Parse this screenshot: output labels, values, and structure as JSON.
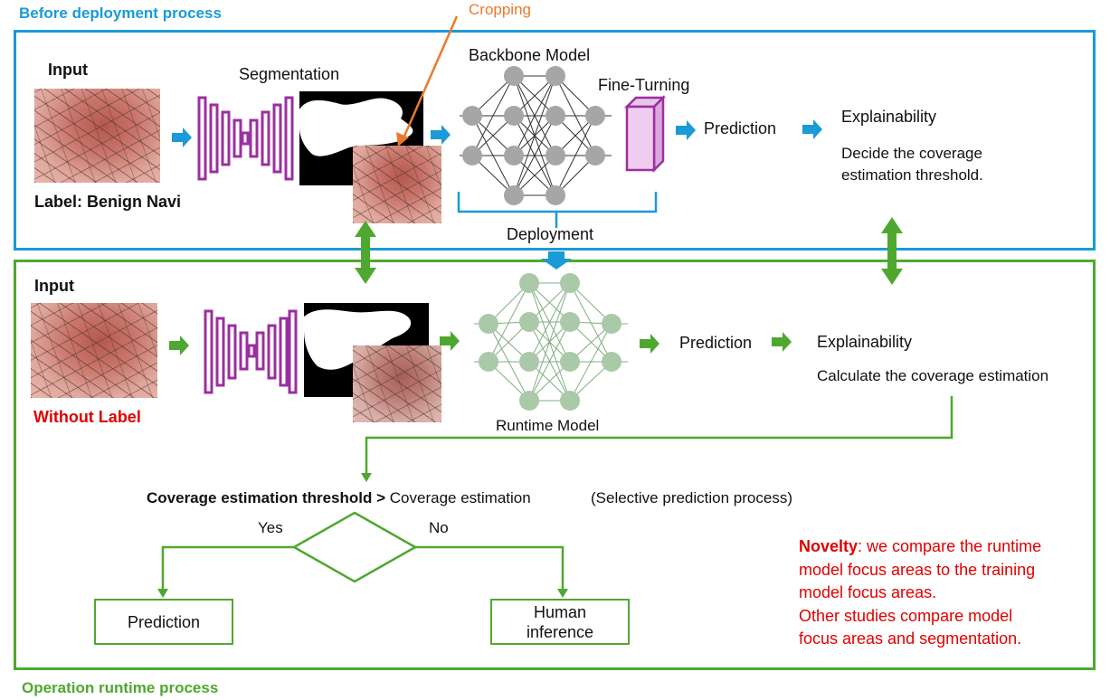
{
  "sections": {
    "before_title": "Before deployment process",
    "runtime_title": "Operation runtime process",
    "cropping": "Cropping"
  },
  "top": {
    "input": "Input",
    "label": "Label: Benign Navi",
    "segmentation": "Segmentation",
    "backbone": "Backbone Model",
    "finetuning": "Fine-Turning",
    "prediction": "Prediction",
    "explainability": "Explainability",
    "threshold_line1": "Decide the coverage",
    "threshold_line2": "estimation threshold.",
    "deployment": "Deployment"
  },
  "bottom": {
    "input": "Input",
    "without_label": "Without Label",
    "runtime_model": "Runtime Model",
    "prediction": "Prediction",
    "explainability": "Explainability",
    "calc": "Calculate the coverage estimation",
    "condition_bold": "Coverage estimation threshold >",
    "condition_rest": "Coverage estimation",
    "selective": "(Selective prediction process)",
    "yes": "Yes",
    "no": "No",
    "yes_box": "Prediction",
    "no_box_line1": "Human",
    "no_box_line2": "inference"
  },
  "novelty": {
    "head": "Novelty",
    "line1_rest": ": we compare the runtime",
    "line2": "model focus areas to the training",
    "line3": "model focus areas.",
    "line4": "Other studies compare model",
    "line5": "focus areas and segmentation."
  },
  "colors": {
    "blue": "#1a9ad6",
    "green": "#4ea82f",
    "purple": "#9b2f9f",
    "red": "#e00000",
    "orange": "#e97a2b"
  }
}
